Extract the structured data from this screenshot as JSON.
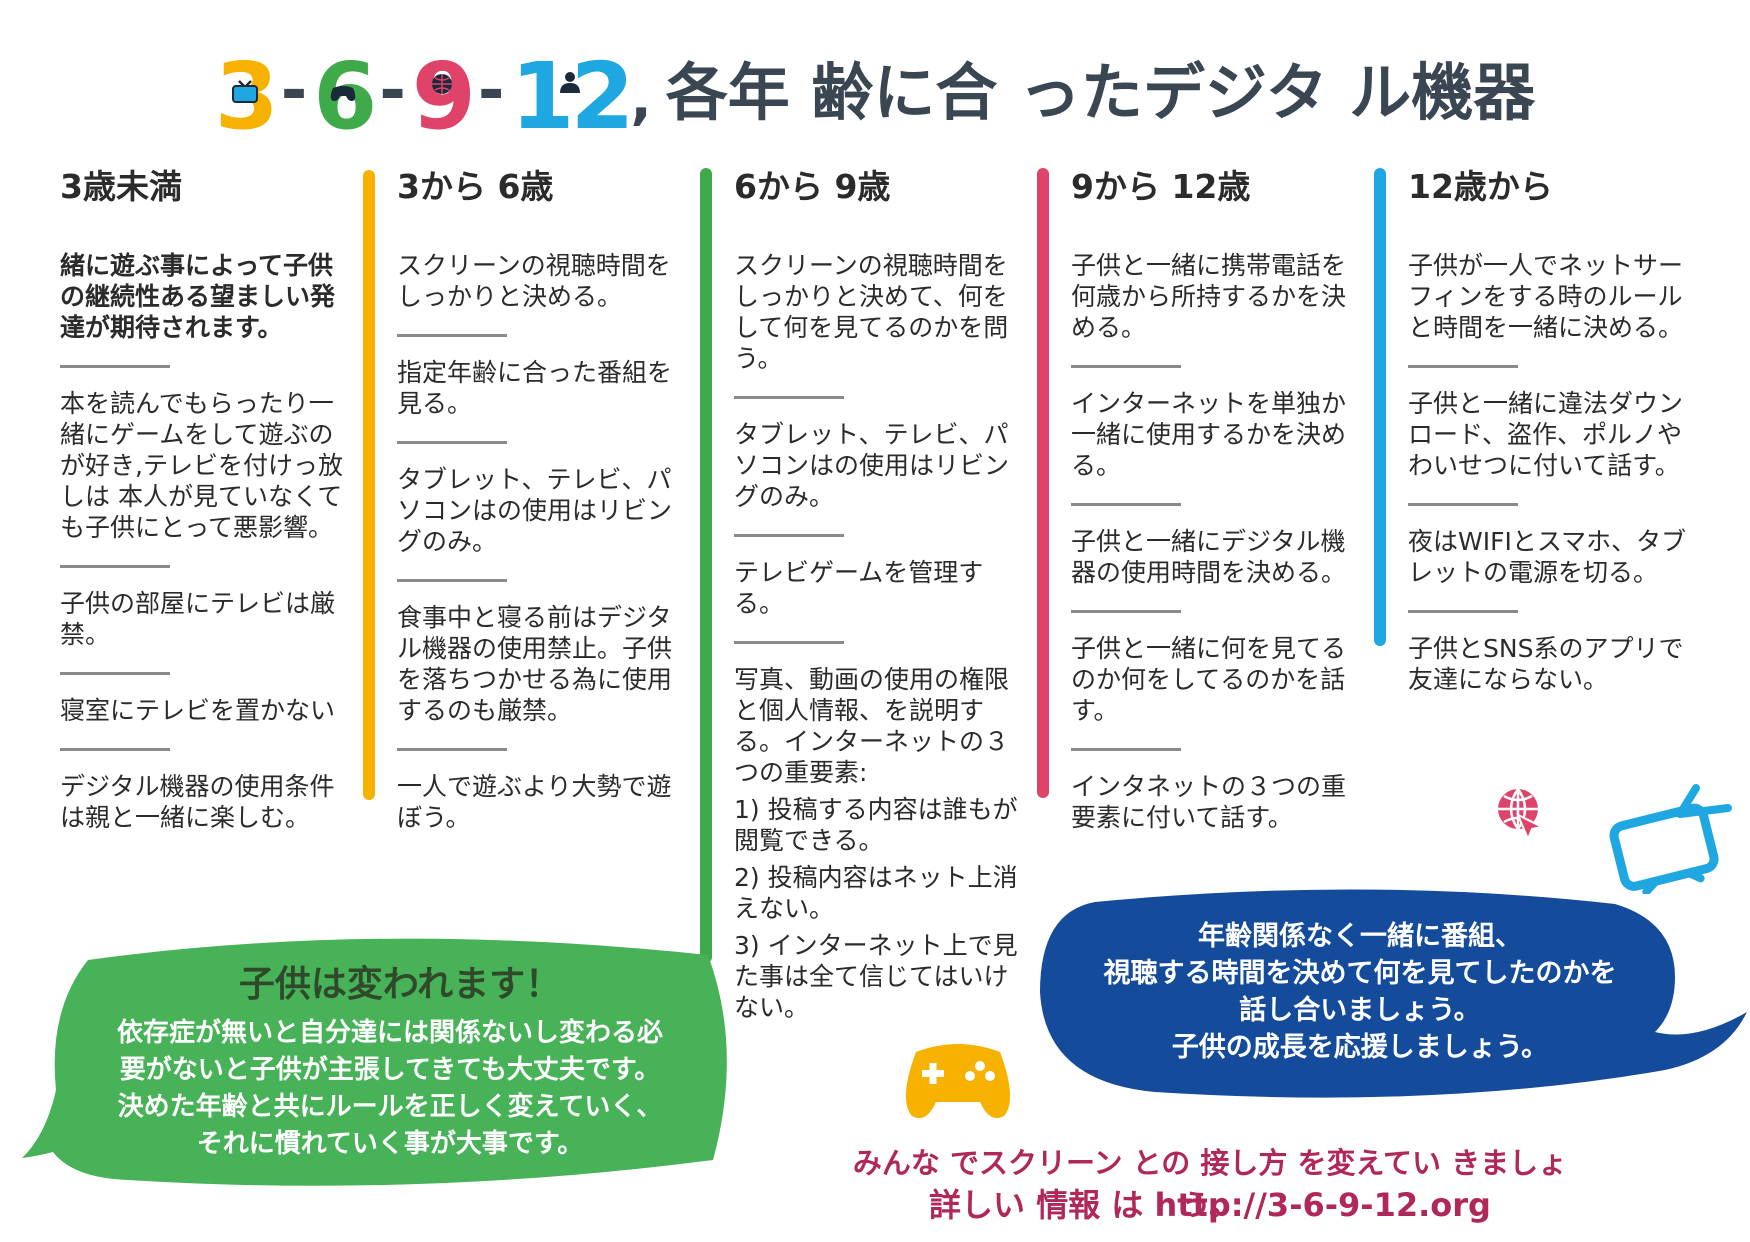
{
  "title": {
    "n1": "3",
    "n2": "6",
    "n3": "9",
    "n4": "12",
    "dash": "-",
    "comma": ",",
    "text": "各年 齢に合 ったデジタ ル機器",
    "colors": {
      "n1": "#f7b200",
      "n2": "#3faa49",
      "n3": "#e0436a",
      "n4": "#1ea7e1",
      "text": "#3a4652"
    }
  },
  "columns": [
    {
      "heading": "3歳未満",
      "items": [
        "緒に遊ぶ事によって子供の継続性ある望ましい発達が期待されます。",
        "本を読んでもらったり一緒にゲームをして遊ぶのが好き,テレビを付けっ放しは 本人が見ていなくても子供にとって悪影響。",
        "子供の部屋にテレビは厳禁。",
        "寝室にテレビを置かない",
        "デジタル機器の使用条件は親と一緒に楽しむ。"
      ]
    },
    {
      "heading": "3から 6歳",
      "items": [
        "スクリーンの視聴時間をしっかりと決める。",
        "指定年齢に合った番組を見る。",
        "タブレット、テレビ、パソコンはの使用はリビングのみ。",
        "食事中と寝る前はデジタル機器の使用禁止。子供を落ちつかせる為に使用するのも厳禁。",
        "一人で遊ぶより大勢で遊ぼう。"
      ]
    },
    {
      "heading": "6から 9歳",
      "items": [
        "スクリーンの視聴時間をしっかりと決めて、何をして何を見てるのかを問う。",
        "タブレット、テレビ、パソコンはの使用はリビングのみ。",
        "テレビゲームを管理する。",
        "写真、動画の使用の権限と個人情報、を説明する。インターネットの３つの重要素:"
      ],
      "subitems": [
        "1) 投稿する内容は誰もが閲覧できる。",
        "2) 投稿内容はネット上消えない。",
        "3) インターネット上で見た事は全て信じてはいけない。"
      ]
    },
    {
      "heading": "9から 12歳",
      "items": [
        "子供と一緒に携帯電話を何歳から所持するかを決める。",
        "インターネットを単独か一緒に使用するかを決める。",
        "子供と一緒にデジタル機器の使用時間を決める。",
        "子供と一緒に何を見てるのか何をしてるのかを話す。",
        "インタネットの３つの重要素に付いて話す。"
      ]
    },
    {
      "heading": "12歳から",
      "items": [
        "子供が一人でネットサーフィンをする時のルールと時間を一緒に決める。",
        "子供と一緒に違法ダウンロード、盗作、ポルノやわいせつに付いて話す。",
        "夜はWIFIとスマホ、タブレットの電源を切る。",
        "子供とSNS系のアプリで友達にならない。"
      ]
    }
  ],
  "bar_colors": [
    "#f7b200",
    "#3faa49",
    "#e0436a",
    "#1ea7e1"
  ],
  "green_bubble": {
    "heading": "子供は変われます！",
    "lines": [
      "依存症が無いと自分達には関係ないし変わる必",
      "要がないと子供が主張してきても大丈夫です。",
      "決めた年齢と共にルールを正しく変えていく、",
      "それに慣れていく事が大事です。"
    ],
    "color": "#47b257",
    "heading_color": "#2f4a2a"
  },
  "blue_bubble": {
    "lines": [
      "年齢関係なく一緒に番組、",
      "視聴する時間を決めて何を見てしたのかを",
      "話し合いましょう。",
      "子供の成長を応援しましょう。"
    ],
    "color": "#154b9b"
  },
  "footer": {
    "line1": "みんな でスクリーン との 接し方 を変えてい きましょう。",
    "line2": "詳しい 情報 は  http://3-6-9-12.org"
  },
  "icons": {
    "tv": "tv-icon",
    "gamepad": "gamepad-icon",
    "globe_cursor": "globe-cursor-icon",
    "person": "person-icon"
  }
}
